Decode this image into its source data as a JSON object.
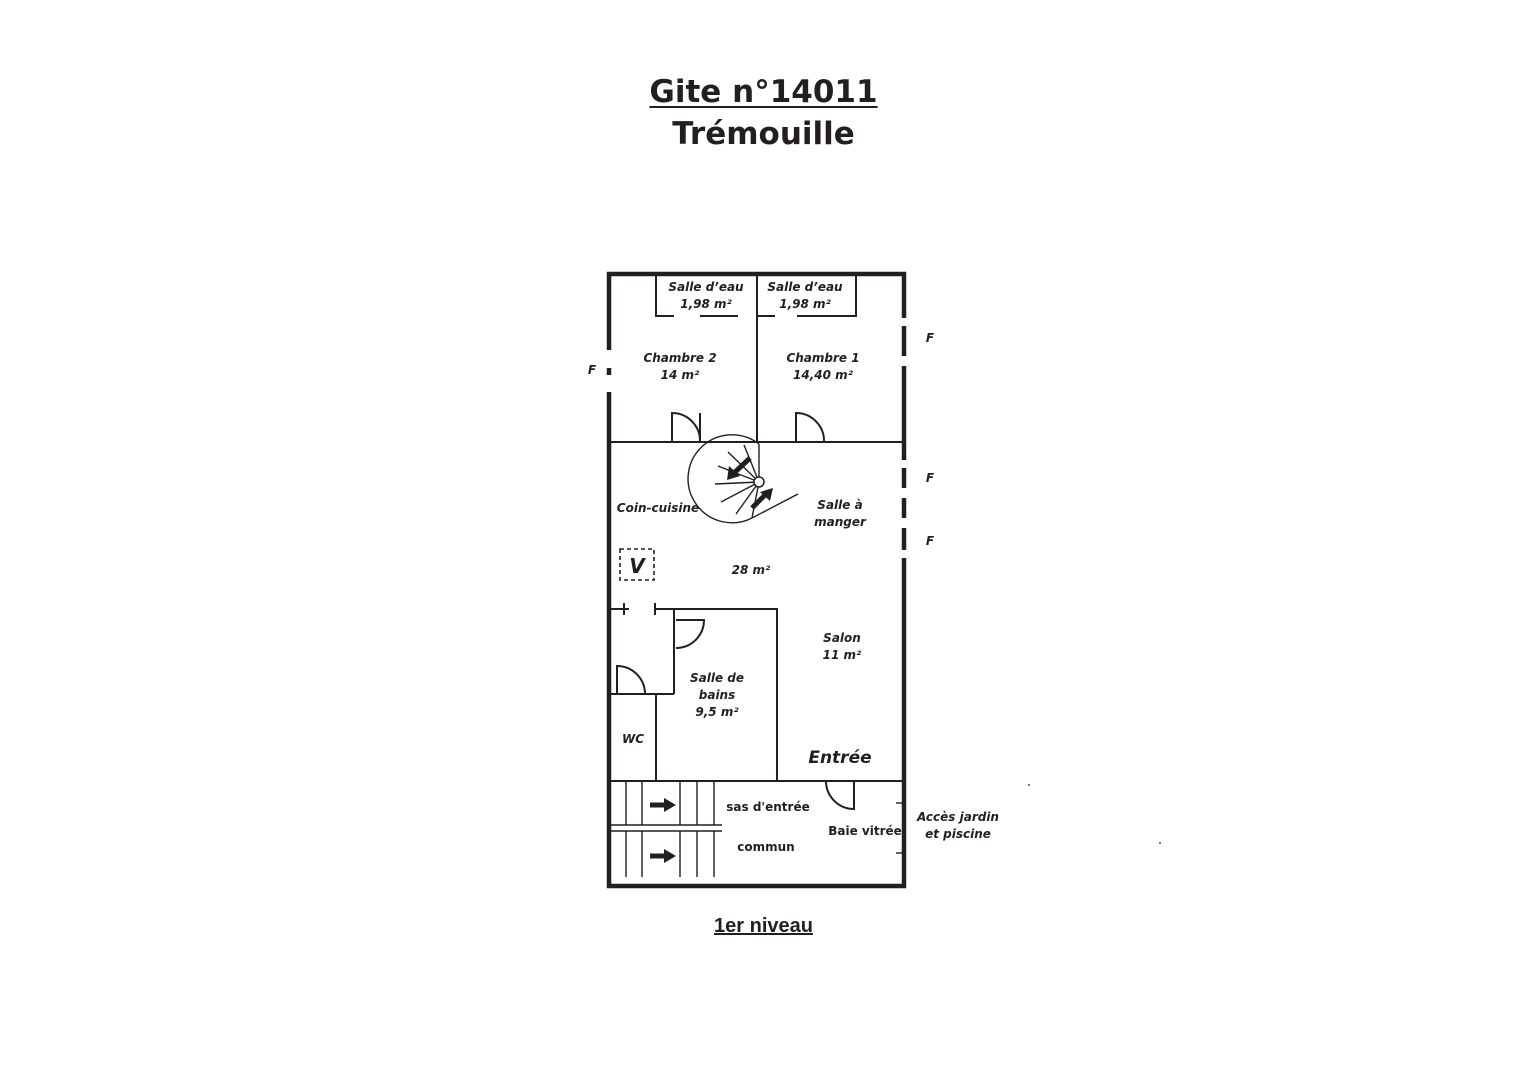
{
  "header": {
    "title": "Gite n°14011",
    "subtitle": "Trémouille"
  },
  "footer": {
    "level": "1er niveau"
  },
  "rooms": {
    "salle_eau_1": {
      "name": "Salle d’eau",
      "area": "1,98 m²"
    },
    "salle_eau_2": {
      "name": "Salle d’eau",
      "area": "1,98 m²"
    },
    "chambre_2": {
      "name": "Chambre 2",
      "area": "14 m²"
    },
    "chambre_1": {
      "name": "Chambre 1",
      "area": "14,40 m²"
    },
    "coin_cuisine": {
      "name": "Coin-cuisine"
    },
    "salle_a_manger": {
      "line1": "Salle à",
      "line2": "manger"
    },
    "living_area": "28 m²",
    "salon": {
      "name": "Salon",
      "area": "11 m²"
    },
    "salle_de_bains": {
      "line1": "Salle de",
      "line2": "bains",
      "area": "9,5 m²"
    },
    "wc": "WC",
    "entree": "Entrée",
    "sas": "sas d'entrée",
    "commun": "commun",
    "baie": "Baie vitrée",
    "acces": {
      "line1": "Accès jardin",
      "line2": "et piscine"
    }
  },
  "markers": {
    "window": "F",
    "v_box": "V"
  }
}
